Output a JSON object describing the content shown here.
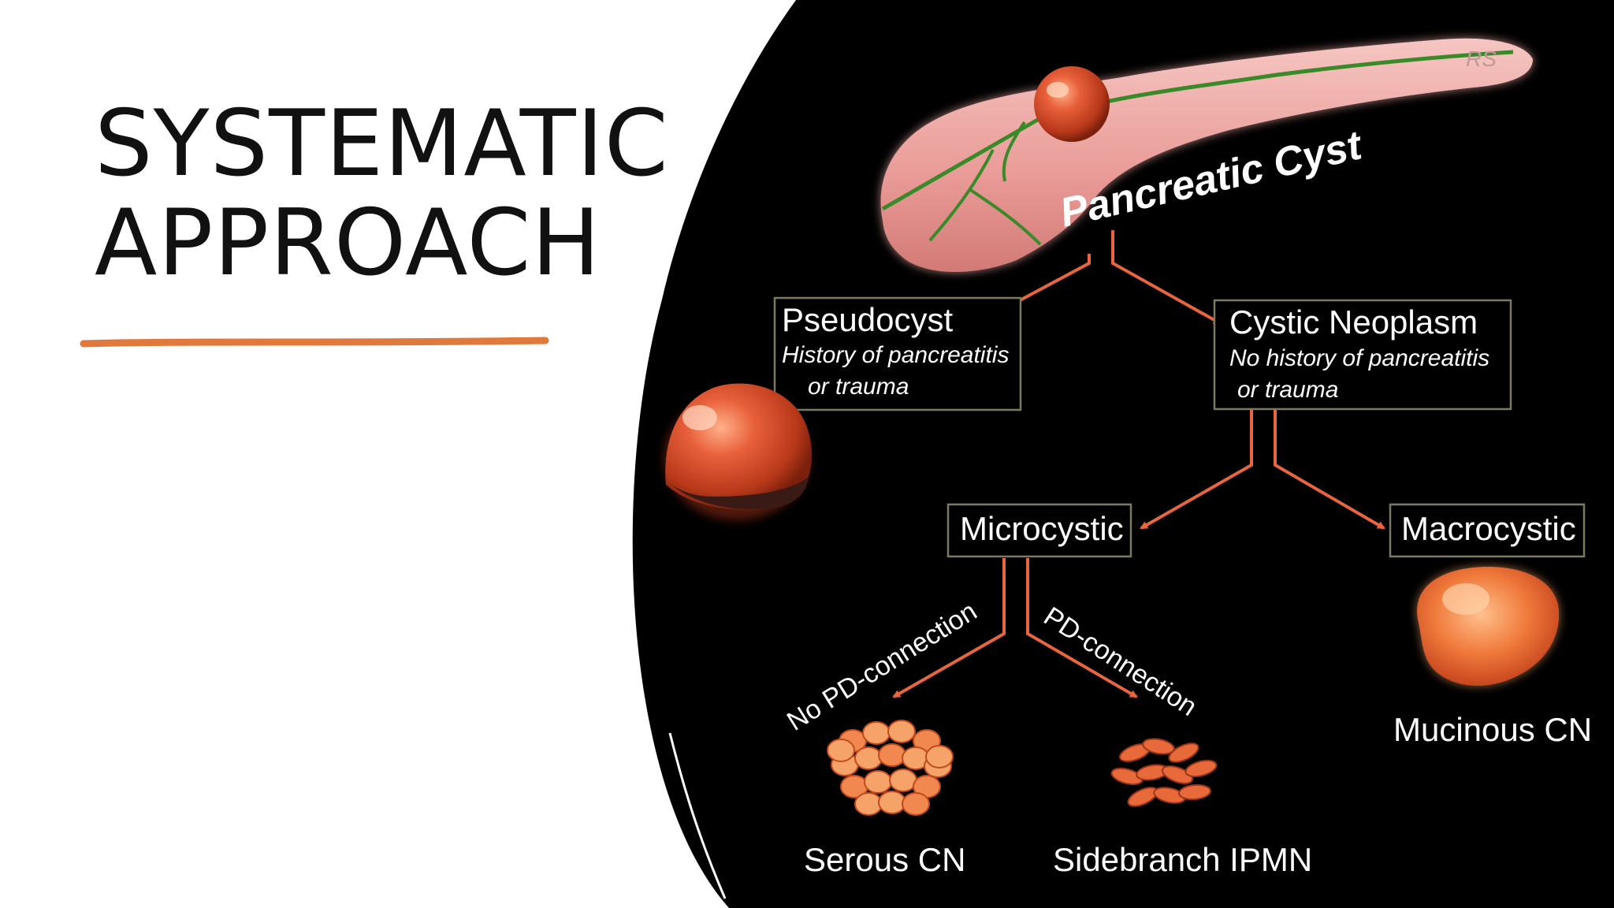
{
  "slide": {
    "title_lines": [
      "SYSTEMATIC",
      "APPROACH"
    ],
    "accent_color": "#e07a3c"
  },
  "diagram": {
    "root": "Pancreatic Cyst",
    "signature": "RS",
    "pseudocyst": {
      "title": "Pseudocyst",
      "line1": "History of pancreatitis",
      "line2": "or trauma"
    },
    "neoplasm": {
      "title": "Cystic Neoplasm",
      "line1": "No history of pancreatitis",
      "line2": "or trauma"
    },
    "microcystic": "Microcystic",
    "macrocystic": "Macrocystic",
    "no_pd": "No PD-connection",
    "pd": "PD-connection",
    "serous": "Serous CN",
    "ipmn": "Sidebranch IPMN",
    "mucinous": "Mucinous CN",
    "colors": {
      "background": "#000000",
      "arrow": "#e8663f",
      "box_border": "#7d7a62",
      "cyst": "#e0542a"
    }
  }
}
